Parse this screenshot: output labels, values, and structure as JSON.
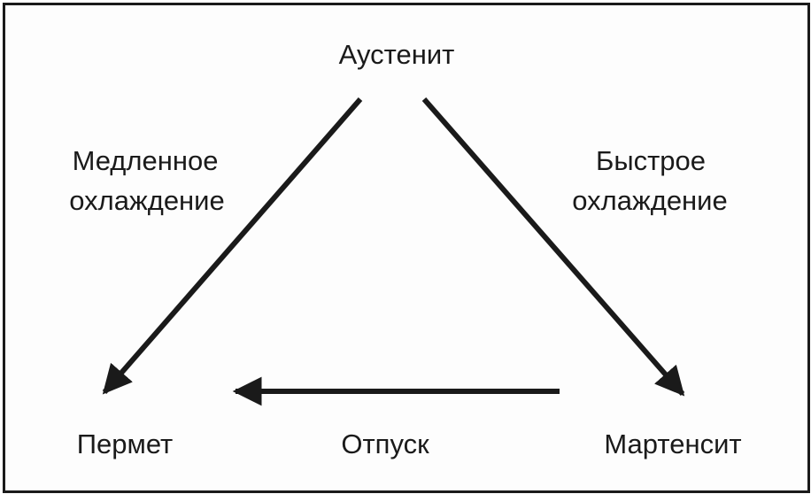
{
  "nodes": {
    "austenite": "Аустенит",
    "perlite": "Пермет",
    "martensite": "Мартенсит"
  },
  "edges": {
    "slow_cooling_line1": "Медленное",
    "slow_cooling_line2": "охлаждение",
    "fast_cooling_line1": "Быстрое",
    "fast_cooling_line2": "охлаждение",
    "tempering": "Отпуск"
  },
  "colors": {
    "ink": "#1a1a1a",
    "background": "#fdfdfd"
  }
}
